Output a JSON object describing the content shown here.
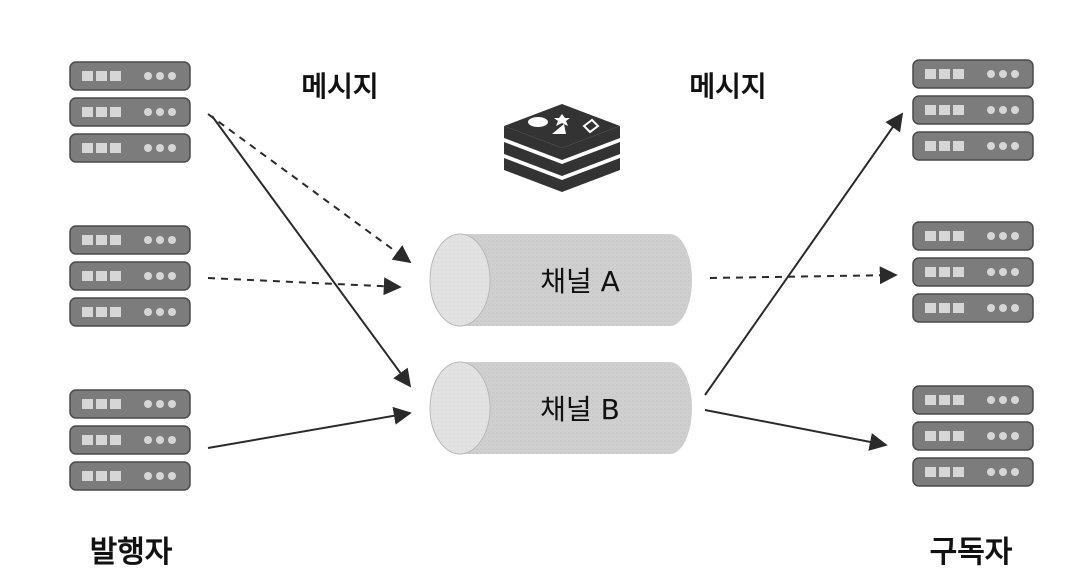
{
  "labels": {
    "message_left": "메시지",
    "message_right": "메시지",
    "publisher": "발행자",
    "subscriber": "구독자"
  },
  "channels": [
    {
      "id": "a",
      "label": "채널 A"
    },
    {
      "id": "b",
      "label": "채널 B"
    }
  ],
  "publishers": [
    {
      "id": "pub-1"
    },
    {
      "id": "pub-2"
    },
    {
      "id": "pub-3"
    }
  ],
  "subscribers": [
    {
      "id": "sub-1"
    },
    {
      "id": "sub-2"
    },
    {
      "id": "sub-3"
    }
  ],
  "connections": [
    {
      "from": "pub-1",
      "to": "a",
      "style": "dashed"
    },
    {
      "from": "pub-1",
      "to": "b",
      "style": "solid"
    },
    {
      "from": "pub-2",
      "to": "a",
      "style": "dashed"
    },
    {
      "from": "pub-3",
      "to": "b",
      "style": "solid"
    },
    {
      "from": "a",
      "to": "sub-2",
      "style": "dashed"
    },
    {
      "from": "b",
      "to": "sub-1",
      "style": "solid"
    },
    {
      "from": "b",
      "to": "sub-3",
      "style": "solid"
    }
  ],
  "colors": {
    "server_body": "#7c7c7c",
    "server_dark": "#4a4a4a",
    "server_light": "#d6d6d6",
    "channel_fill": "#d2d2d2",
    "channel_cap": "#e6e6e6",
    "line": "#2a2a2a",
    "logo": "#333333"
  },
  "icons": {
    "server": "server-stack-icon",
    "logo": "redis-logo-icon"
  }
}
